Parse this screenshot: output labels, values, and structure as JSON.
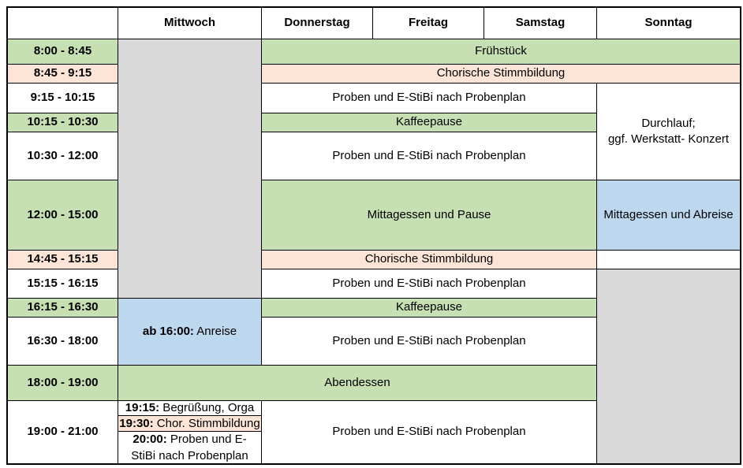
{
  "colors": {
    "green": "#C6E0B4",
    "peach": "#FCE4D6",
    "blue": "#BDD7EE",
    "gray": "#D9D9D9",
    "border": "#000000"
  },
  "header": {
    "days": [
      "Mittwoch",
      "Donnerstag",
      "Freitag",
      "Samstag",
      "Sonntag"
    ]
  },
  "time_slots": [
    "8:00 - 8:45",
    "8:45 - 9:15",
    "9:15 - 10:15",
    "10:15 - 10:30",
    "10:30 - 12:00",
    "12:00 - 15:00",
    "14:45 - 15:15",
    "15:15 - 16:15",
    "16:15 - 16:30",
    "16:30 - 18:00",
    "18:00 - 19:00",
    "19:00 - 21:00"
  ],
  "events": {
    "fruehstueck": "Frühstück",
    "chorische_stimmbildung": "Chorische Stimmbildung",
    "proben": "Proben und E-StiBi nach Probenplan",
    "kaffeepause": "Kaffeepause",
    "durchlauf": "Durchlauf;\nggf. Werkstatt- Konzert",
    "mittagessen_pause": "Mittagessen und Pause",
    "mittagessen_abreise": "Mittagessen und Abreise",
    "abendessen": "Abendessen",
    "anreise": {
      "time": "ab 16:00:",
      "label": " Anreise"
    },
    "wednesday_evening": [
      {
        "time": "19:15:",
        "label": " Begrüßung, Orga"
      },
      {
        "time": "19:30:",
        "label": " Chor. Stimmbildung"
      },
      {
        "time": "20:00:",
        "label": " Proben und E-StiBi nach Probenplan"
      }
    ]
  }
}
